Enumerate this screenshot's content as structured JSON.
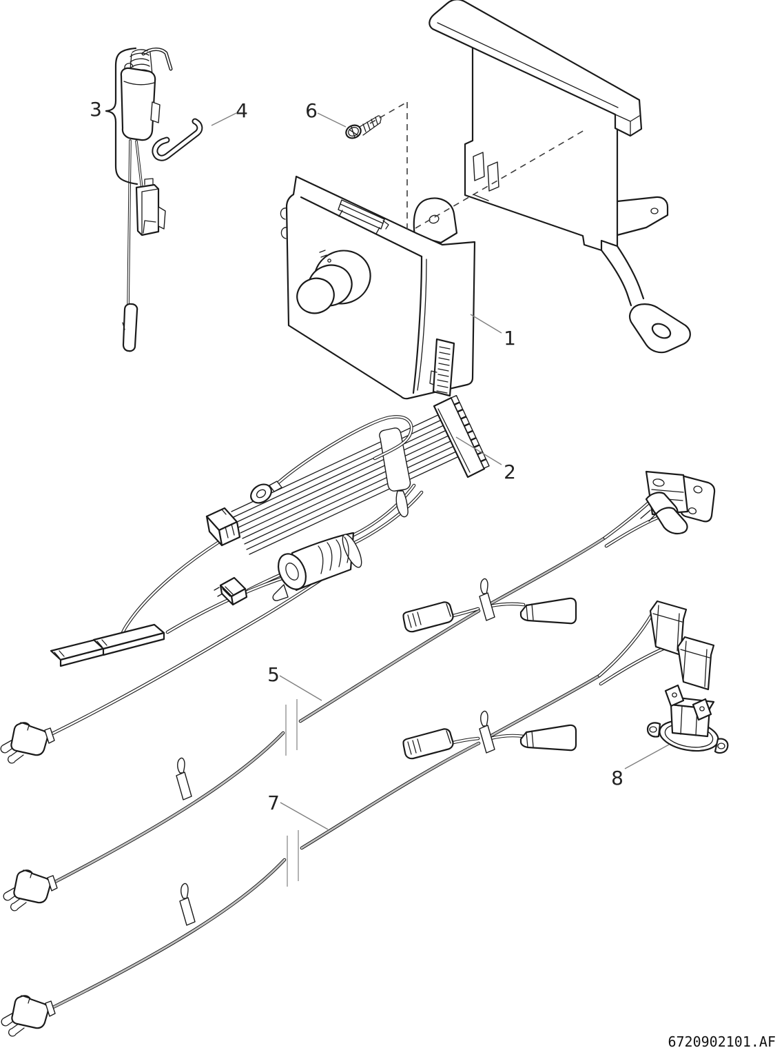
{
  "diagram": {
    "code": "6720902101.AF",
    "colors": {
      "line": "#1a1a1a",
      "leader": "#7f7f7f",
      "dash": "#3c3c3c",
      "break": "#b3b3b3",
      "label": "#222222",
      "bg": "#ffffff"
    },
    "callouts": [
      {
        "number": "1"
      },
      {
        "number": "2"
      },
      {
        "number": "3"
      },
      {
        "number": "4"
      },
      {
        "number": "5"
      },
      {
        "number": "6"
      },
      {
        "number": "7"
      },
      {
        "number": "8"
      }
    ]
  }
}
